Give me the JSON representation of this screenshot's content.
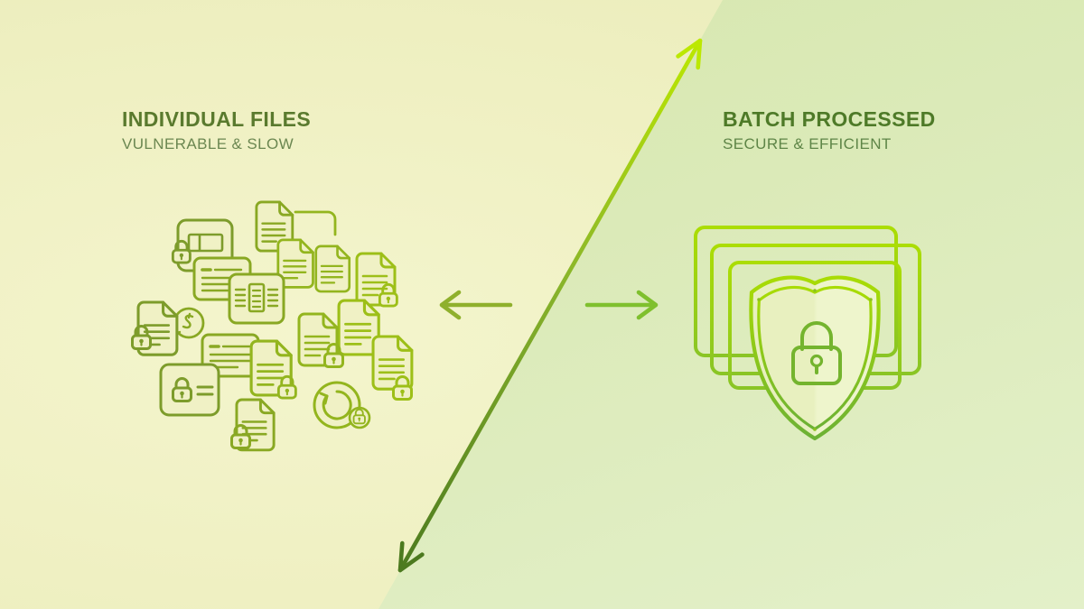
{
  "meta": {
    "type": "infographic",
    "theme": "file-security-batch-processing"
  },
  "left_section": {
    "title": "INDIVIDUAL FILES",
    "subtitle": "VULNERABLE & SLOW",
    "icons": [
      "document-icon",
      "connector-line",
      "browser-card-lock-icon",
      "note-card-icon",
      "document-icon",
      "document-icon",
      "document-lock-icon",
      "form-card-icon",
      "coin-dollar-icon",
      "document-lock-icon",
      "document-icon",
      "document-lock-icon",
      "document-lock-icon",
      "note-card-icon",
      "document-lock-icon",
      "card-lock-icon",
      "document-lock-icon",
      "refresh-lock-icon"
    ]
  },
  "right_section": {
    "title": "BATCH PROCESSED",
    "subtitle": "SECURE & EFFICIENT",
    "icons": [
      "stacked-cards-icon",
      "shield-lock-icon"
    ]
  },
  "arrows": {
    "diagonal": "bidirectional-diagonal-arrow",
    "left": "left-direction-arrow",
    "right": "right-direction-arrow"
  },
  "colors": {
    "background_left": "#eff0c2",
    "background_right": "#dbeab8",
    "title_left": "#5a7a2e",
    "subtitle_left": "#6b8751",
    "title_right": "#4e7a28",
    "subtitle_right": "#5e8547",
    "arrow_gradient_dark": "#4c7a1f",
    "arrow_gradient_bright": "#bce800",
    "icon_olive": "#7d9c2b",
    "icon_yellow_green": "#9dbf18",
    "shield_stroke_bright": "#a9dc04",
    "shield_stroke_deep": "#6cb134"
  }
}
